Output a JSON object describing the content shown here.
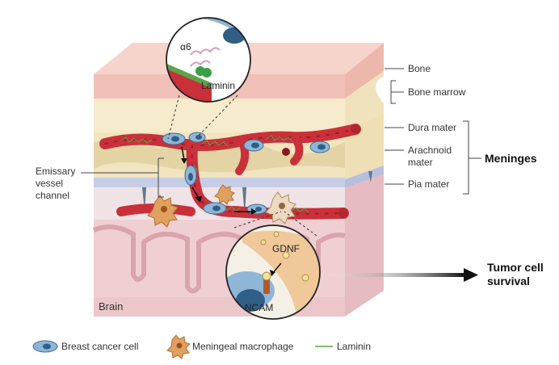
{
  "labels": {
    "bone": "Bone",
    "bone_marrow": "Bone marrow",
    "dura_mater": "Dura mater",
    "arachnoid_mater_line1": "Arachnoid",
    "arachnoid_mater_line2": "mater",
    "pia_mater": "Pia mater",
    "meninges": "Meninges",
    "emissary_line1": "Emissary",
    "emissary_line2": "vessel",
    "emissary_line3": "channel",
    "brain": "Brain",
    "tumor_line1": "Tumor cell",
    "tumor_line2": "survival"
  },
  "insets": {
    "top": {
      "alpha6": "α6",
      "laminin": "Laminin"
    },
    "bottom": {
      "gdnf": "GDNF",
      "ncam": "NCAM"
    }
  },
  "legend": [
    {
      "icon": "breast-cancer-cell-icon",
      "label": "Breast cancer cell"
    },
    {
      "icon": "meningeal-macrophage-icon",
      "label": "Meningeal macrophage"
    },
    {
      "icon": "laminin-line-icon",
      "label": "Laminin"
    }
  ],
  "colors": {
    "vessel": "#c9303a",
    "laminin": "#5aa54a",
    "cancer_cell": "#8fb6d6",
    "macrophage": "#e0a060",
    "bone": "#f3c9bf",
    "marrow": "#f5eccd",
    "brain": "#f0cfd2",
    "pia": "#c7cde6"
  }
}
